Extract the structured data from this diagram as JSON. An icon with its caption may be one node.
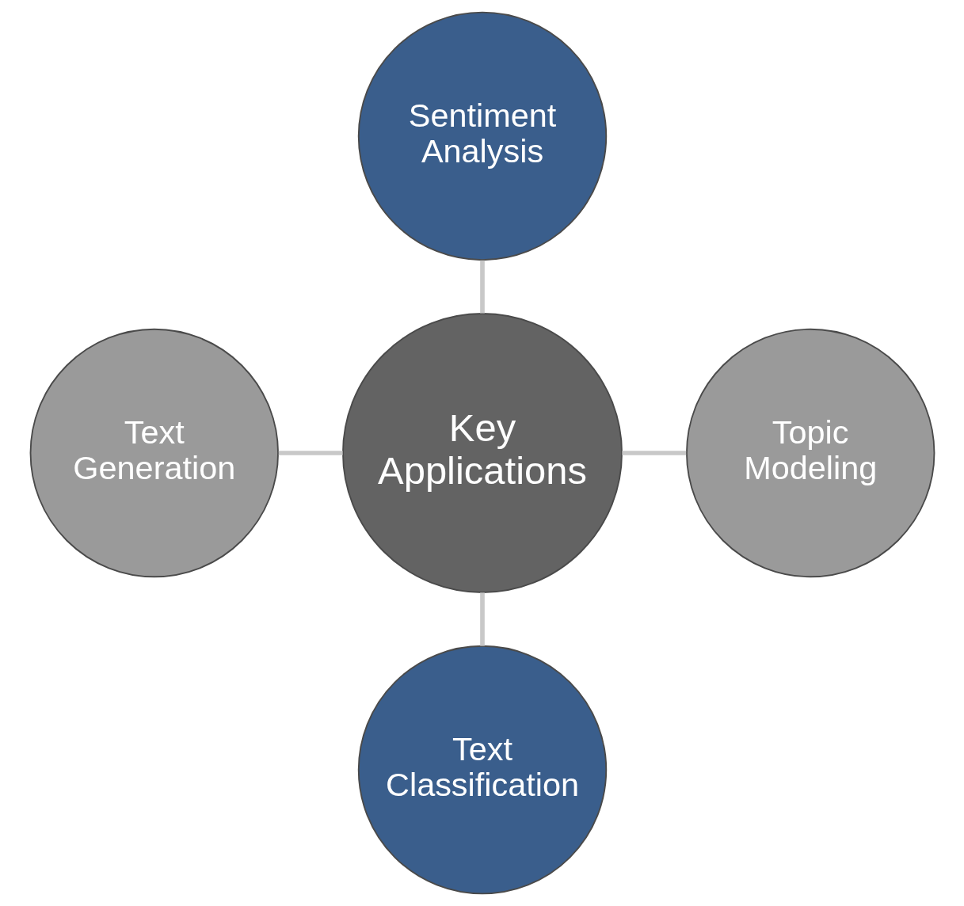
{
  "diagram": {
    "nodes": [
      {
        "text": [
          "Sentiment Analysis"
        ]
      },
      {
        "text": [
          "Text Generation"
        ]
      },
      {
        "text": [
          "Key Applications"
        ]
      },
      {
        "text": [
          "Topic Modeling"
        ]
      },
      {
        "text": [
          "Text Classification"
        ]
      }
    ],
    "edges": [
      {
        "from": 0,
        "to": 2,
        "arrow": "none"
      },
      {
        "from": 1,
        "to": 2,
        "arrow": "none"
      },
      {
        "from": 2,
        "to": 3,
        "arrow": "none"
      },
      {
        "from": 2,
        "to": 4,
        "arrow": "none"
      }
    ]
  }
}
